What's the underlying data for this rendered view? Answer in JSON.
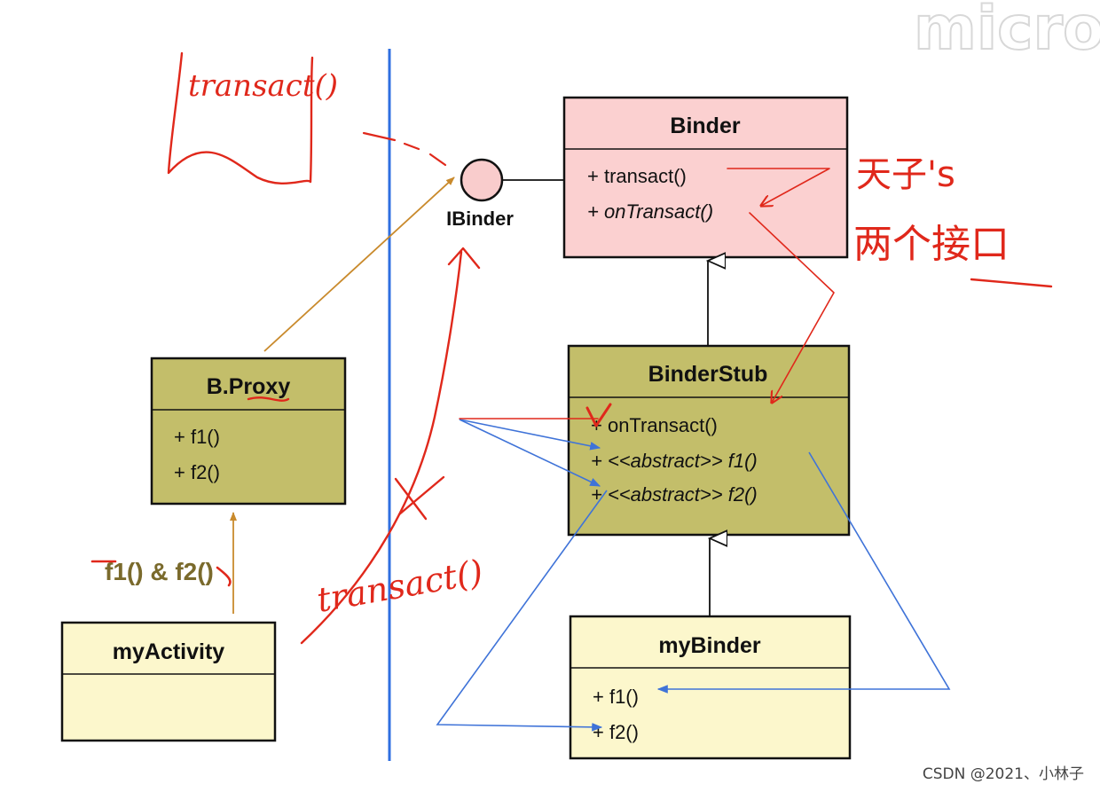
{
  "watermark": "micro",
  "credit": "CSDN @2021、小林子",
  "interface": {
    "label": "IBinder",
    "fill": "#f9cccc"
  },
  "classes": {
    "binder": {
      "title": "Binder",
      "ops": [
        "+ transact()",
        "+ onTransact()"
      ],
      "fill": "#fbd0d0"
    },
    "binderstub": {
      "title": "BinderStub",
      "ops": [
        "+ onTransact()",
        "+ <<abstract>> f1()",
        "+ <<abstract>> f2()"
      ],
      "fill": "#c3be6a"
    },
    "mybinder": {
      "title": "myBinder",
      "ops": [
        "+ f1()",
        "+ f2()"
      ],
      "fill": "#fcf7cc"
    },
    "proxy": {
      "title": "B.Proxy",
      "ops": [
        "+ f1()",
        "+ f2()"
      ],
      "fill": "#c3be6a"
    },
    "myactivity": {
      "title": "myActivity",
      "ops": [],
      "fill": "#fcf7cc"
    }
  },
  "call_label": "f1() & f2()",
  "handwriting": {
    "note_transact": "transact()",
    "note_transact_lower": "transact()",
    "note_cjk_1": "天子's",
    "note_cjk_2": "两个接口"
  },
  "colors": {
    "boundary": "#2f6fe0",
    "annotation": "#e0281b",
    "orange_arrow": "#c98a2c",
    "blue_arrow": "#3f73d8"
  }
}
